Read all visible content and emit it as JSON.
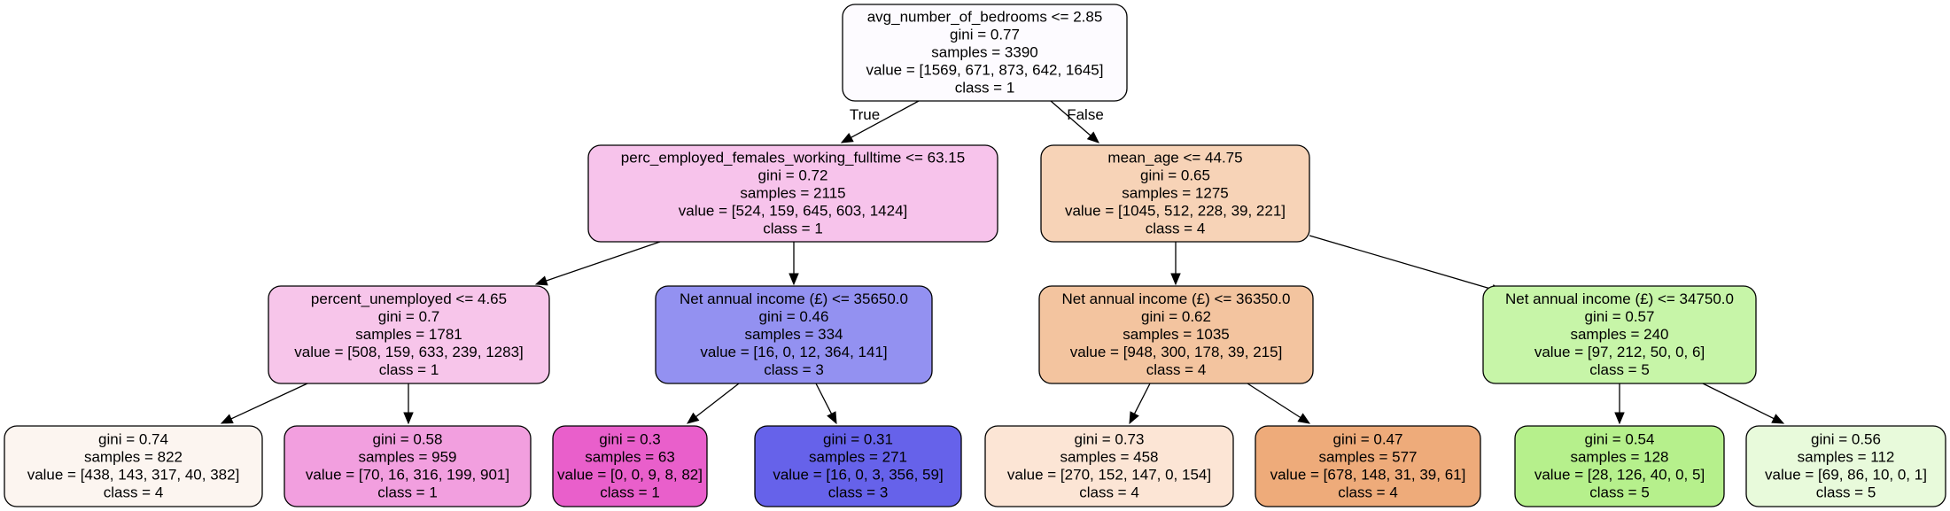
{
  "nodes": [
    {
      "id": "n0",
      "fill": "#fdfbff",
      "lines": [
        "avg_number_of_bedrooms <= 2.85",
        "gini = 0.77",
        "samples = 3390",
        "value = [1569, 671, 873, 642, 1645]",
        "class = 1"
      ]
    },
    {
      "id": "n1",
      "fill": "#f7c3eb",
      "lines": [
        "perc_employed_females_working_fulltime <= 63.15",
        "gini = 0.72",
        "samples = 2115",
        "value = [524, 159, 645, 603, 1424]",
        "class = 1"
      ]
    },
    {
      "id": "n2",
      "fill": "#f7d3b7",
      "lines": [
        "mean_age <= 44.75",
        "gini = 0.65",
        "samples = 1275",
        "value = [1045, 512, 228, 39, 221]",
        "class = 4"
      ]
    },
    {
      "id": "n3",
      "fill": "#f7c5ea",
      "lines": [
        "percent_unemployed <= 4.65",
        "gini = 0.7",
        "samples = 1781",
        "value = [508, 159, 633, 239, 1283]",
        "class = 1"
      ]
    },
    {
      "id": "n4",
      "fill": "#9391f1",
      "lines": [
        "Net annual income (£) <= 35650.0",
        "gini = 0.46",
        "samples = 334",
        "value = [16, 0, 12, 364, 141]",
        "class = 3"
      ]
    },
    {
      "id": "n5",
      "fill": "#f3c49f",
      "lines": [
        "Net annual income (£) <= 36350.0",
        "gini = 0.62",
        "samples = 1035",
        "value = [948, 300, 178, 39, 215]",
        "class = 4"
      ]
    },
    {
      "id": "n6",
      "fill": "#c7f5a8",
      "lines": [
        "Net annual income (£) <= 34750.0",
        "gini = 0.57",
        "samples = 240",
        "value = [97, 212, 50, 0, 6]",
        "class = 5"
      ]
    },
    {
      "id": "n7",
      "fill": "#fcf5f0",
      "lines": [
        "gini = 0.74",
        "samples = 822",
        "value = [438, 143, 317, 40, 382]",
        "class = 4"
      ]
    },
    {
      "id": "n8",
      "fill": "#f29fdf",
      "lines": [
        "gini = 0.58",
        "samples = 959",
        "value = [70, 16, 316, 199, 901]",
        "class = 1"
      ]
    },
    {
      "id": "n9",
      "fill": "#e95fcb",
      "lines": [
        "gini = 0.3",
        "samples = 63",
        "value = [0, 0, 9, 8, 82]",
        "class = 1"
      ]
    },
    {
      "id": "n10",
      "fill": "#6662ea",
      "lines": [
        "gini = 0.31",
        "samples = 271",
        "value = [16, 0, 3, 356, 59]",
        "class = 3"
      ]
    },
    {
      "id": "n11",
      "fill": "#fce5d5",
      "lines": [
        "gini = 0.73",
        "samples = 458",
        "value = [270, 152, 147, 0, 154]",
        "class = 4"
      ]
    },
    {
      "id": "n12",
      "fill": "#eeab7a",
      "lines": [
        "gini = 0.47",
        "samples = 577",
        "value = [678, 148, 31, 39, 61]",
        "class = 4"
      ]
    },
    {
      "id": "n13",
      "fill": "#b6f08c",
      "lines": [
        "gini = 0.54",
        "samples = 128",
        "value = [28, 126, 40, 0, 5]",
        "class = 5"
      ]
    },
    {
      "id": "n14",
      "fill": "#e8fadb",
      "lines": [
        "gini = 0.56",
        "samples = 112",
        "value = [69, 86, 10, 0, 1]",
        "class = 5"
      ]
    }
  ],
  "edges": [
    {
      "from": "n0",
      "to": "n1",
      "label": "True"
    },
    {
      "from": "n0",
      "to": "n2",
      "label": "False"
    },
    {
      "from": "n1",
      "to": "n3",
      "label": ""
    },
    {
      "from": "n1",
      "to": "n4",
      "label": ""
    },
    {
      "from": "n2",
      "to": "n5",
      "label": ""
    },
    {
      "from": "n2",
      "to": "n6",
      "label": ""
    },
    {
      "from": "n3",
      "to": "n7",
      "label": ""
    },
    {
      "from": "n3",
      "to": "n8",
      "label": ""
    },
    {
      "from": "n4",
      "to": "n9",
      "label": ""
    },
    {
      "from": "n4",
      "to": "n10",
      "label": ""
    },
    {
      "from": "n5",
      "to": "n11",
      "label": ""
    },
    {
      "from": "n5",
      "to": "n12",
      "label": ""
    },
    {
      "from": "n6",
      "to": "n13",
      "label": ""
    },
    {
      "from": "n6",
      "to": "n14",
      "label": ""
    }
  ]
}
